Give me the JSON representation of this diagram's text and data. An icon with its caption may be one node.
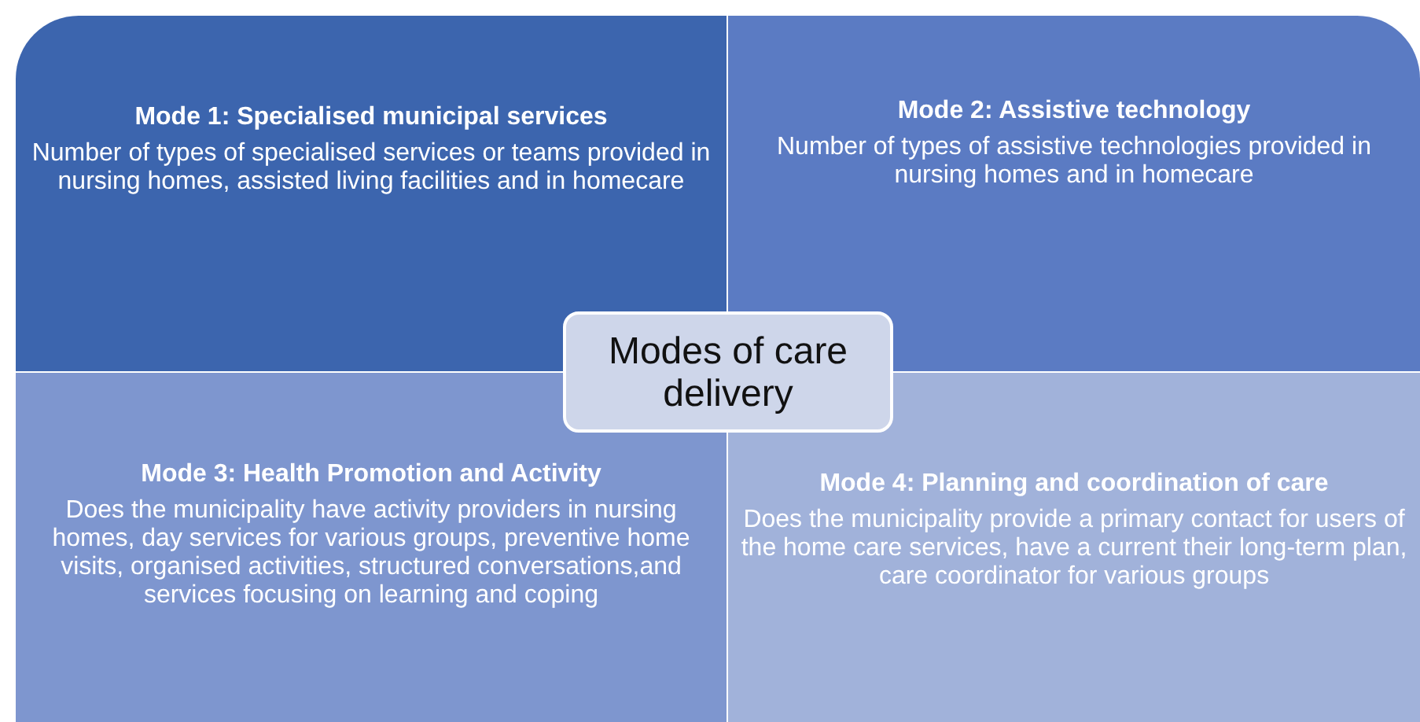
{
  "diagram": {
    "nodes": [
      {
        "text": [
          "Mode 1: Specialised municipal services",
          "Number of types of specialised services or teams provided in nursing homes, assisted living facilities and in homecare"
        ]
      },
      {
        "text": [
          "Mode 2: Assistive technology",
          "Number of types of assistive technologies provided in nursing homes and in homecare"
        ]
      },
      {
        "text": [
          "Modes of care delivery"
        ]
      },
      {
        "text": [
          "Mode 3: Health Promotion and Activity",
          "Does the municipality have activity providers in nursing homes, day services for various groups, preventive home visits, organised activities, structured conversations,and services focusing on learning and coping"
        ]
      },
      {
        "text": [
          "Mode 4: Planning and coordination of care",
          "Does the municipality provide a primary contact for users of the home care services, have a current their long-term plan, care coordinator for various groups"
        ]
      }
    ]
  }
}
